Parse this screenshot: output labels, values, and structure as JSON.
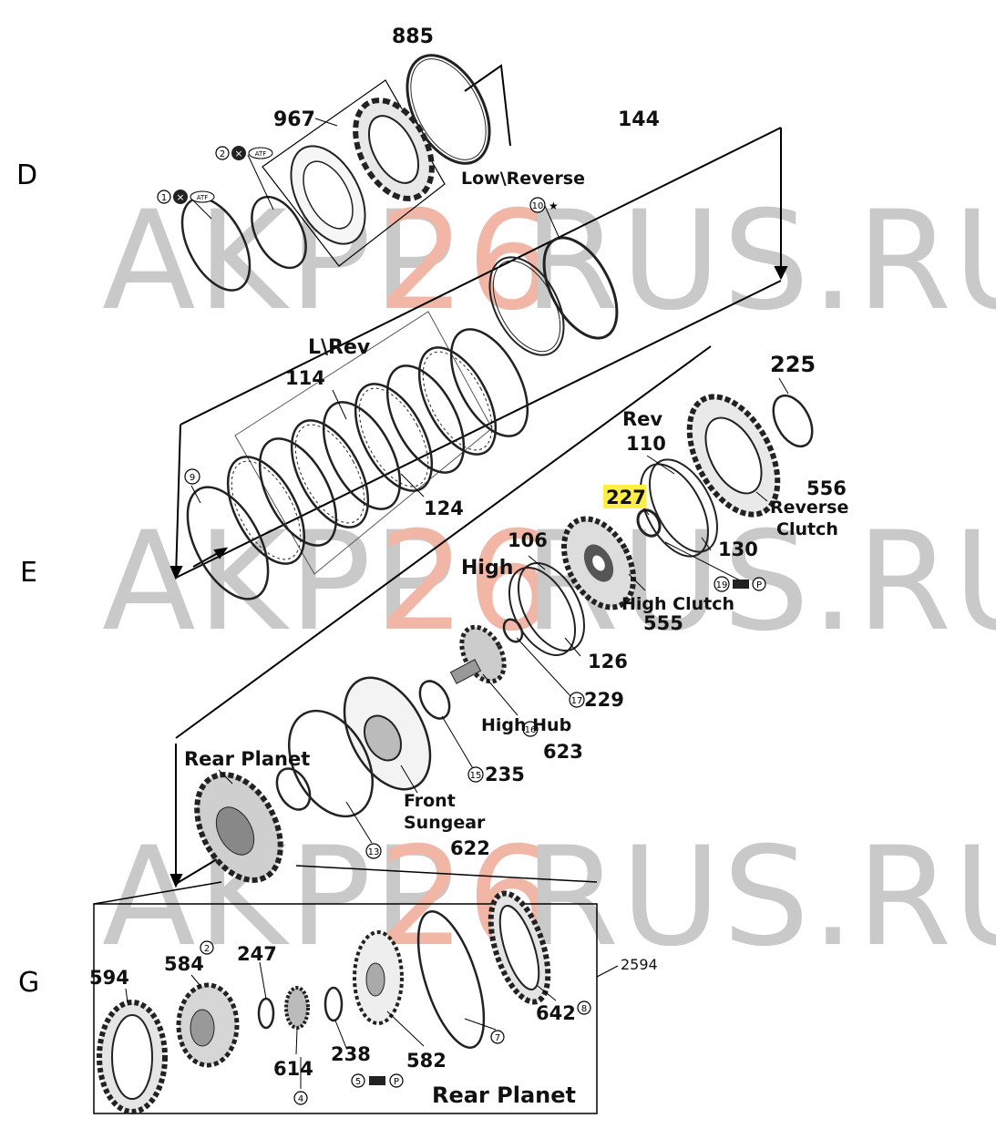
{
  "watermark": {
    "prefix": "AKPP",
    "number": "26",
    "suffix": "RUS.RU"
  },
  "sections": {
    "d": "D",
    "e": "E",
    "g": "G"
  },
  "parts": {
    "p885": "885",
    "p967": "967",
    "p144": "144",
    "low_reverse": "Low\\Reverse",
    "l_rev": "L\\Rev",
    "p114": "114",
    "p124": "124",
    "p225": "225",
    "rev": "Rev",
    "p110": "110",
    "p227": "227",
    "p556": "556",
    "reverse": "Reverse",
    "clutch": "Clutch",
    "p130": "130",
    "p106": "106",
    "high": "High",
    "high_clutch": "High Clutch",
    "p555": "555",
    "p126": "126",
    "p229": "229",
    "high_hub": "High Hub",
    "p623": "623",
    "p235": "235",
    "rear_planet_top": "Rear Planet",
    "front": "Front",
    "sungear": "Sungear",
    "p622": "622",
    "p594": "594",
    "p584": "584",
    "p247": "247",
    "p614": "614",
    "p238": "238",
    "p582": "582",
    "p642": "642",
    "p2594": "2594",
    "rear_planet_bottom": "Rear Planet"
  },
  "callouts": {
    "c1": "1",
    "c2": "2",
    "c10": "10",
    "c9": "9",
    "c19": "19",
    "c17": "17",
    "c16": "16",
    "c15": "15",
    "c13": "13",
    "c2b": "2",
    "c4": "4",
    "c5": "5",
    "c7": "7",
    "c8": "8"
  },
  "tags": {
    "atf": "ATF",
    "p": "P"
  },
  "highlight_color": "#ffee44"
}
